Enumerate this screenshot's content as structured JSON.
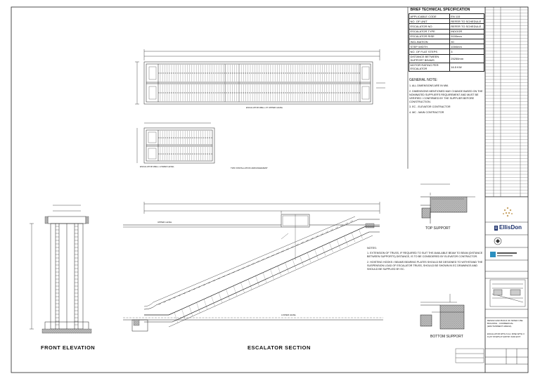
{
  "spec": {
    "title": "BRIEF TECHNICAL SPECIFICATION",
    "rows": [
      {
        "label": "APPLICABLE CODE",
        "value": "EN 115"
      },
      {
        "label": "NO. OF UNIT",
        "value": "REFER TO SCHEDULE"
      },
      {
        "label": "ESCALATOR NO.",
        "value": "REFER TO SCHEDULE"
      },
      {
        "label": "ESCALATOR TYPE",
        "value": "INDOOR"
      },
      {
        "label": "ESCALATOR RISE",
        "value": "9100mm"
      },
      {
        "label": "INCLINATION",
        "value": "30"
      },
      {
        "label": "STEP WIDTH",
        "value": "1000mm"
      },
      {
        "label": "NO. OF FLAT STEPS",
        "value": "3"
      },
      {
        "label": "DISTANCE BETWEEN SUPPORT BEAMS",
        "value": "25250mm"
      },
      {
        "label": "MOTOR RATING PER ESCALATOR",
        "value": "16.5 KW"
      }
    ],
    "general_note_title": "GENERAL NOTE:",
    "general_notes": [
      "1. ALL DIMENSIONS ARE IN MM.",
      "2. DIMENSIONS MENTIONED MAY CHANGE BASED ON THE NOMINATED SUPPLIER'S REQUIREMENT AND MUST BE VERIFIED / CONFIRMED BY THE SUPPLIER BEFORE CONSTRUCTION.",
      "3. EC - ELEVATOR CONTRACTOR",
      "4. MC - MAIN CONTRACTOR"
    ]
  },
  "plan": {
    "upper_caption": "ESCALATOR WELL AT UPPER LEVEL",
    "lower_caption": "ESCALATOR WELL LOWER LEVEL",
    "arrangement_caption": "TWO INSTALLATION ARRANGEMENT"
  },
  "views": {
    "front_elevation": "FRONT ELEVATION",
    "escalator_section": "ESCALATOR SECTION",
    "top_support": "TOP SUPPORT",
    "bottom_support": "BOTTOM SUPPORT",
    "upper_level": "UPPER LEVEL",
    "lower_level": "LOWER LEVEL"
  },
  "section_notes": {
    "title": "NOTES:",
    "items": [
      "1. EXTENSION OF TRUSS, IF REQUIRED TO SUIT THE AVAILABLE BEAM TO BEAM (DISTANCE BETWEEN SUPPORTS) DISTANCE, IS TO BE CONSIDERED BY ELEVATOR CONTRACTOR.",
      "2. HOISTING HOOKS / BEAMS BEARING PLATES SHOULD BE DESIGNED TO WITHSTAND THE SUSPENSION LOAD OF ESCALATOR TRUSS, SHOULD BE SHOWN IN EC DRAWINGS AND SHOULD BE SUPPLIED BY EC."
    ]
  },
  "title_block": {
    "contractor": "EllisDon",
    "project": "DESIGN AND BUILD OF MIXED USE BUILDING - COMMERCIAL (EDUTAINMENT ARENA)",
    "drawing_title": "ESCALATOR WITH 9.1m RISE WITH 3 FLAT STEPS AT ENTRY AND EXIT"
  },
  "colors": {
    "line": "#1a1a1a",
    "concrete": "#9a9a9a",
    "brand": "#1a2f6b"
  }
}
